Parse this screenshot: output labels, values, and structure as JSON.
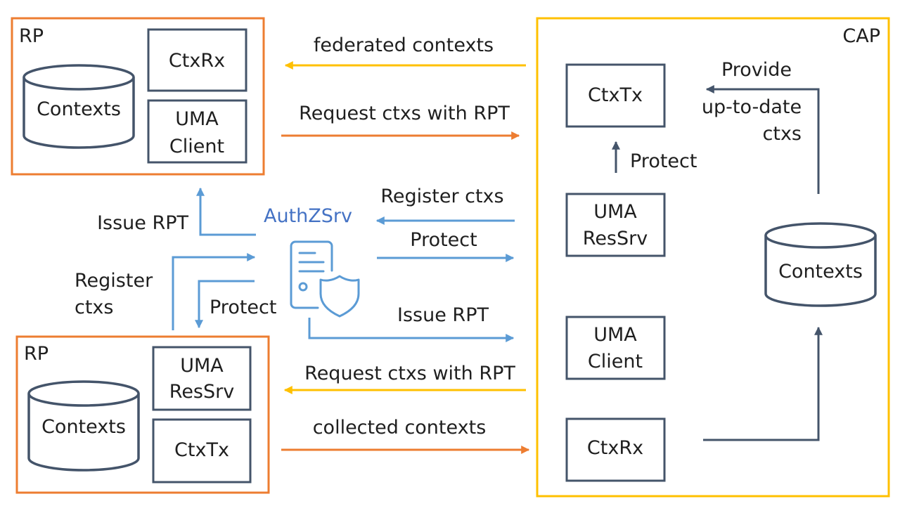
{
  "colors": {
    "orange": "#ed7d31",
    "yellow": "#ffc000",
    "blue": "#5b9bd5",
    "slate": "#44546a",
    "authz_text": "#4472c4"
  },
  "rp_top": {
    "label": "RP",
    "contexts": "Contexts",
    "ctxrx": "CtxRx",
    "uma_client_line1": "UMA",
    "uma_client_line2": "Client"
  },
  "rp_bottom": {
    "label": "RP",
    "contexts": "Contexts",
    "uma_ressrv_line1": "UMA",
    "uma_ressrv_line2": "ResSrv",
    "ctxtx": "CtxTx"
  },
  "cap": {
    "label": "CAP",
    "ctxtx": "CtxTx",
    "uma_ressrv_line1": "UMA",
    "uma_ressrv_line2": "ResSrv",
    "uma_client_line1": "UMA",
    "uma_client_line2": "Client",
    "ctxrx": "CtxRx",
    "contexts": "Contexts",
    "protect": "Protect",
    "provide_line1": "Provide",
    "provide_line2": "up-to-date",
    "provide_line3": "ctxs"
  },
  "authz": {
    "label": "AuthZSrv",
    "icon": "certificate-shield-icon"
  },
  "arrows": {
    "federated_contexts": "federated contexts",
    "request_top": "Request ctxs with RPT",
    "register_right": "Register ctxs",
    "protect_right": "Protect",
    "issue_rpt_right": "Issue RPT",
    "request_bottom": "Request ctxs with RPT",
    "collected_contexts": "collected contexts",
    "issue_rpt_left": "Issue RPT",
    "register_left_line1": "Register",
    "register_left_line2": "ctxs",
    "protect_left": "Protect"
  }
}
